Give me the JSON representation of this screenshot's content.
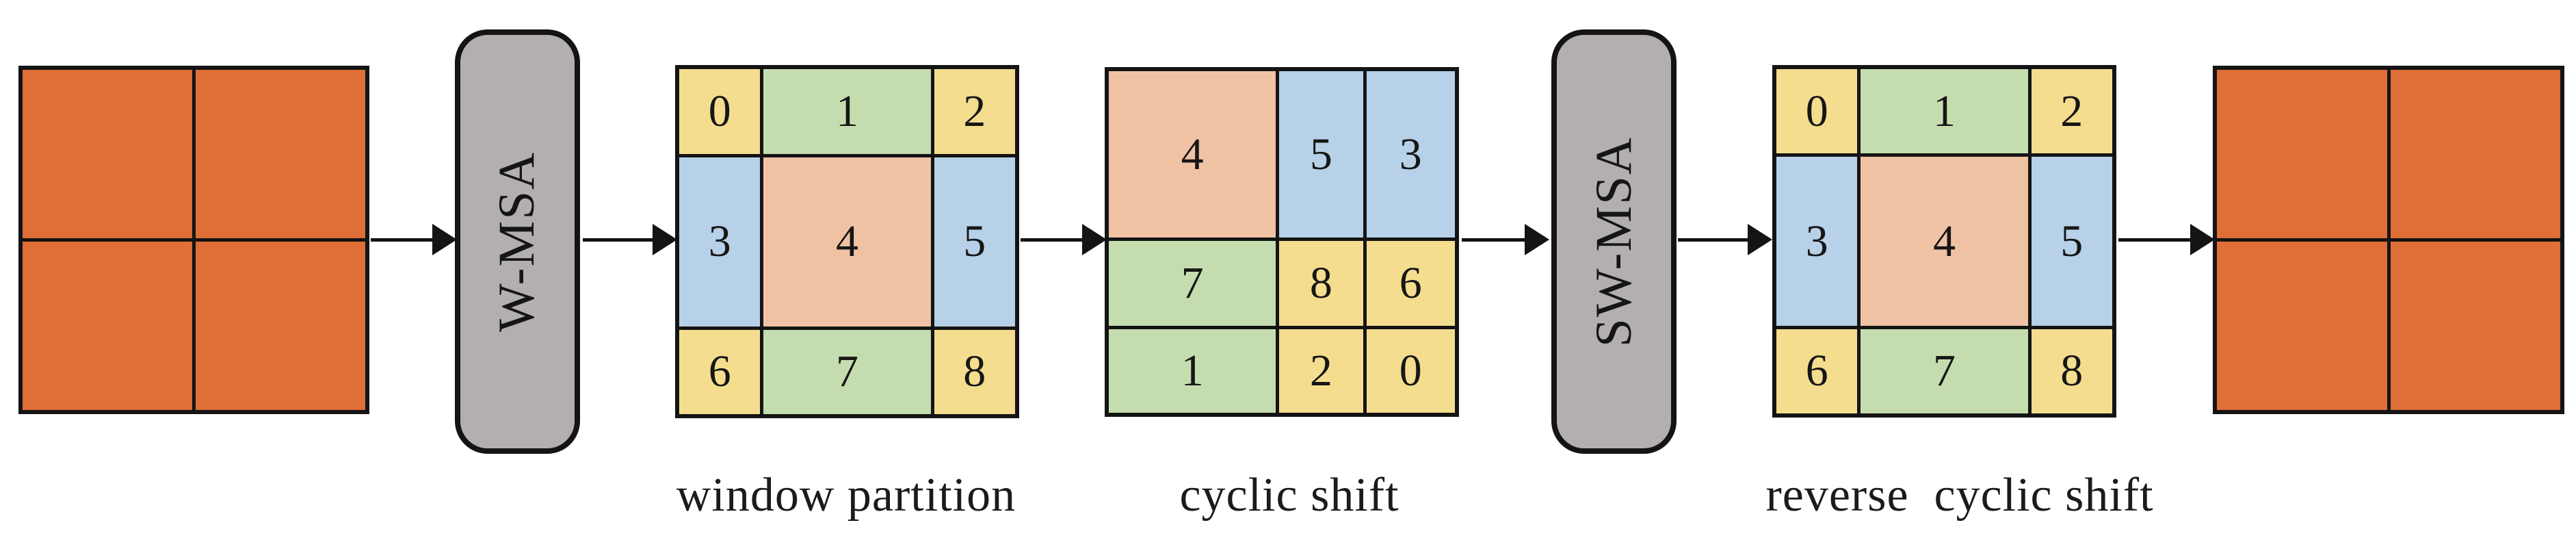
{
  "colors": {
    "orange": "#DF6E37",
    "yellow": "#F4DD8E",
    "green": "#C5DDAE",
    "blue": "#B6D1E8",
    "peach": "#F0C2A4",
    "gray": "#B2AFAE",
    "line": "#141414"
  },
  "boxes": {
    "wmsa": "W-MSA",
    "swmsa": "SW-MSA"
  },
  "grids": {
    "window_partition": {
      "caption": "window partition",
      "cells": [
        {
          "value": "0",
          "color": "yellow"
        },
        {
          "value": "1",
          "color": "green"
        },
        {
          "value": "2",
          "color": "yellow"
        },
        {
          "value": "3",
          "color": "blue"
        },
        {
          "value": "4",
          "color": "peach"
        },
        {
          "value": "5",
          "color": "blue"
        },
        {
          "value": "6",
          "color": "yellow"
        },
        {
          "value": "7",
          "color": "green"
        },
        {
          "value": "8",
          "color": "yellow"
        }
      ]
    },
    "cyclic_shift": {
      "caption": "cyclic shift",
      "cells": [
        {
          "value": "4",
          "color": "peach"
        },
        {
          "value": "5",
          "color": "blue"
        },
        {
          "value": "3",
          "color": "blue"
        },
        {
          "value": "7",
          "color": "green"
        },
        {
          "value": "8",
          "color": "yellow"
        },
        {
          "value": "6",
          "color": "yellow"
        },
        {
          "value": "1",
          "color": "green"
        },
        {
          "value": "2",
          "color": "yellow"
        },
        {
          "value": "0",
          "color": "yellow"
        }
      ]
    },
    "reverse_cyclic_shift": {
      "caption": "reverse  cyclic shift",
      "cells": [
        {
          "value": "0",
          "color": "yellow"
        },
        {
          "value": "1",
          "color": "green"
        },
        {
          "value": "2",
          "color": "yellow"
        },
        {
          "value": "3",
          "color": "blue"
        },
        {
          "value": "4",
          "color": "peach"
        },
        {
          "value": "5",
          "color": "blue"
        },
        {
          "value": "6",
          "color": "yellow"
        },
        {
          "value": "7",
          "color": "green"
        },
        {
          "value": "8",
          "color": "yellow"
        }
      ]
    }
  }
}
